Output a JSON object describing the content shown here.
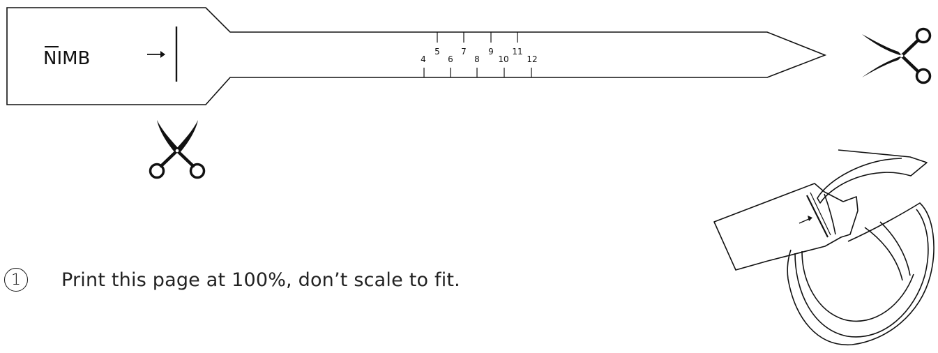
{
  "brand": {
    "name": "NIMB"
  },
  "ruler": {
    "bottom_marks": [
      "4",
      "6",
      "8",
      "10",
      "12"
    ],
    "top_marks": [
      "5",
      "7",
      "9",
      "11"
    ]
  },
  "instructions": [
    {
      "number": "1",
      "text": "Print this page at 100%, don’t scale to fit."
    }
  ],
  "icons": [
    "arrow-right-icon",
    "scissors-icon",
    "scissors-icon",
    "ring-sizer-illustration"
  ],
  "colors": {
    "ink": "#111111",
    "background": "#ffffff"
  }
}
